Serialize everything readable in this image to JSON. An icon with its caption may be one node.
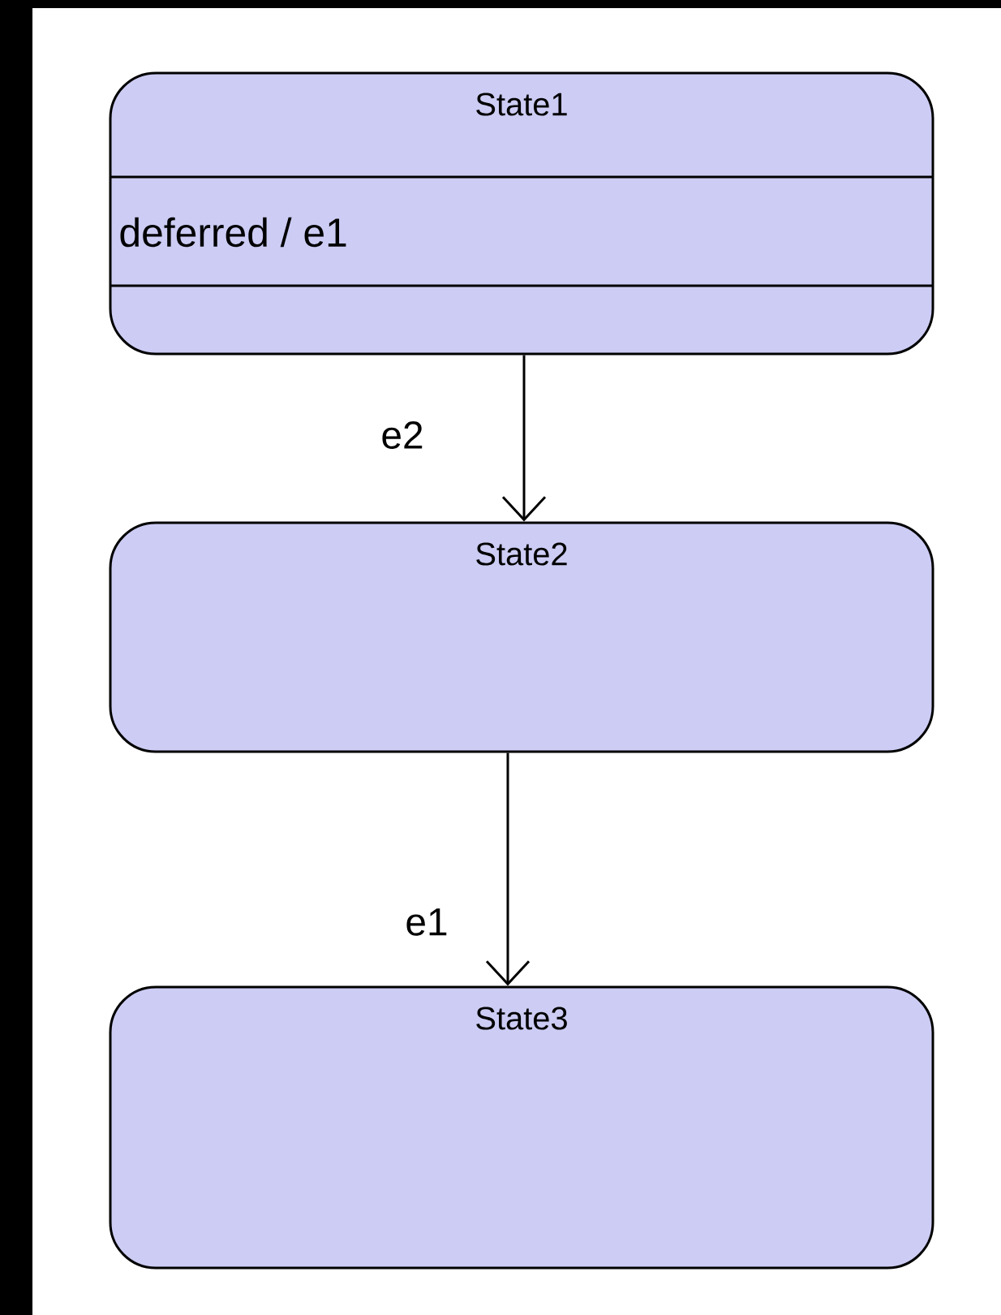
{
  "diagram": {
    "nodes": [
      {
        "text": [
          "State1",
          "deferred / e1"
        ]
      },
      {
        "text": [
          "State2"
        ]
      },
      {
        "text": [
          "State3"
        ]
      }
    ],
    "edges": [
      {
        "from": 0,
        "to": 1,
        "arrow": "to",
        "label": "e2"
      },
      {
        "from": 1,
        "to": 2,
        "arrow": "to",
        "label": "e1"
      }
    ]
  }
}
